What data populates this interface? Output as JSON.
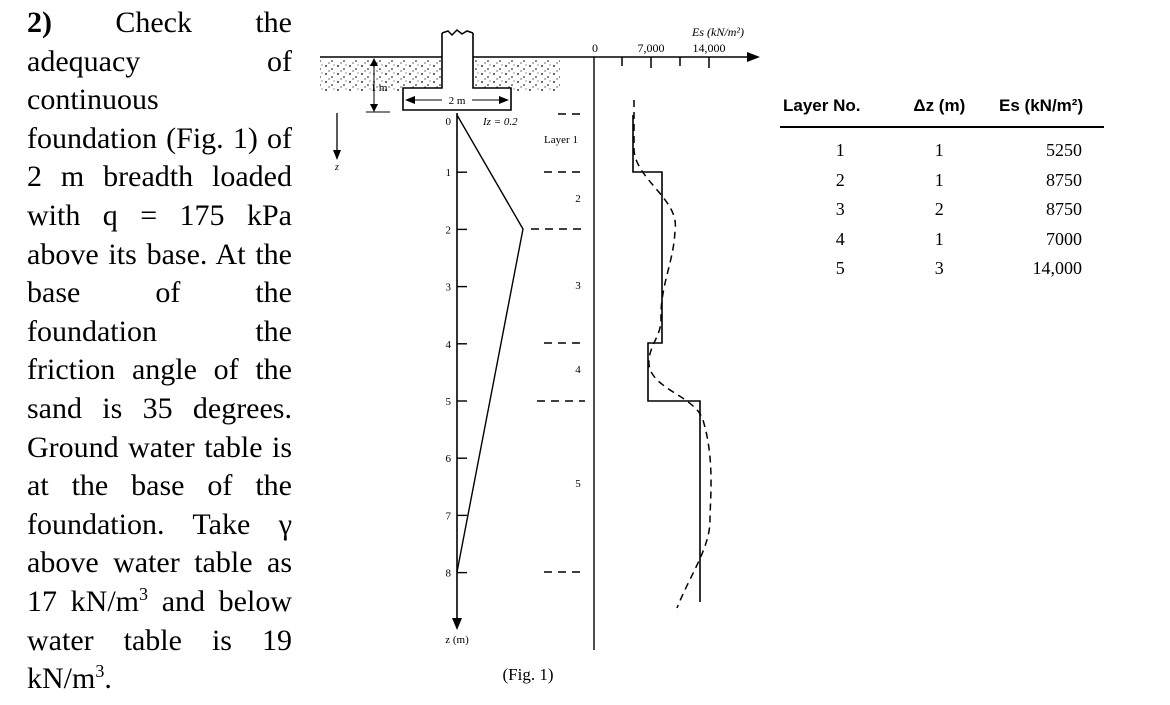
{
  "problem": {
    "number": "2)",
    "text_part1": "Check the adequacy of continuous foundation (Fig. 1) of 2 m breadth loaded with q = 175 kPa above its base. At the base of the foundation the friction angle of the sand is 35 degrees. Ground water table is at the base of the foundation. Take γ above water table as 17 kN/m",
    "exp1": "3",
    "text_part2": " and below water table is 19 kN/m",
    "exp2": "3",
    "text_part3": "."
  },
  "figure": {
    "es_axis_label": "Es (kN/m²)",
    "es_ticks": [
      "0",
      "7,000",
      "14,000"
    ],
    "embedment_label": "1 m",
    "width_label": "2 m",
    "iz_label": "Iz = 0.2",
    "depth_ticks": [
      "0",
      "1",
      "2",
      "3",
      "4",
      "5",
      "6",
      "7",
      "8"
    ],
    "z_label": "z",
    "z_axis_label": "z (m)",
    "layer_labels": [
      "Layer 1",
      "2",
      "3",
      "4",
      "5"
    ],
    "caption": "(Fig. 1)"
  },
  "table": {
    "headers": [
      "Layer No.",
      "Δz (m)",
      "Es (kN/m²)"
    ],
    "rows": [
      [
        "1",
        "1",
        "5250"
      ],
      [
        "2",
        "1",
        "8750"
      ],
      [
        "3",
        "2",
        "8750"
      ],
      [
        "4",
        "1",
        "7000"
      ],
      [
        "5",
        "3",
        "14,000"
      ]
    ]
  }
}
